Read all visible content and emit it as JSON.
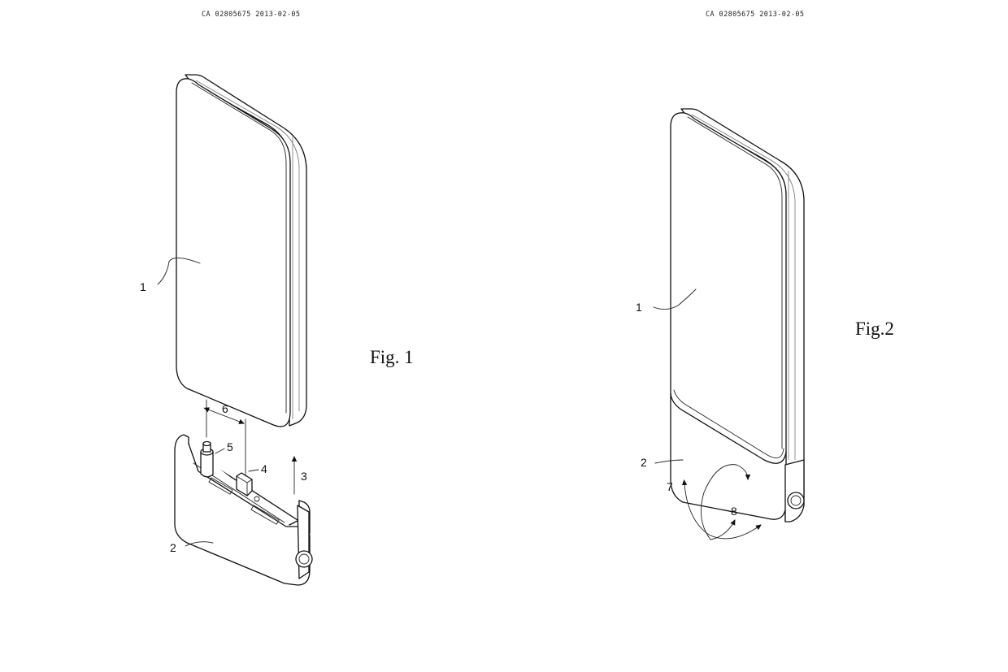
{
  "header": {
    "left_text": "CA 02805675 2013-02-05",
    "right_text": "CA 02805675 2013-02-05"
  },
  "figure1": {
    "caption": "Fig. 1",
    "labels": {
      "phone": "1",
      "base": "2",
      "arrow": "3",
      "plug": "4",
      "pin": "5",
      "spacing": "6"
    }
  },
  "figure2": {
    "caption": "Fig.2",
    "labels": {
      "phone": "1",
      "base": "2",
      "rotation_a": "7",
      "rotation_b": "8"
    }
  }
}
